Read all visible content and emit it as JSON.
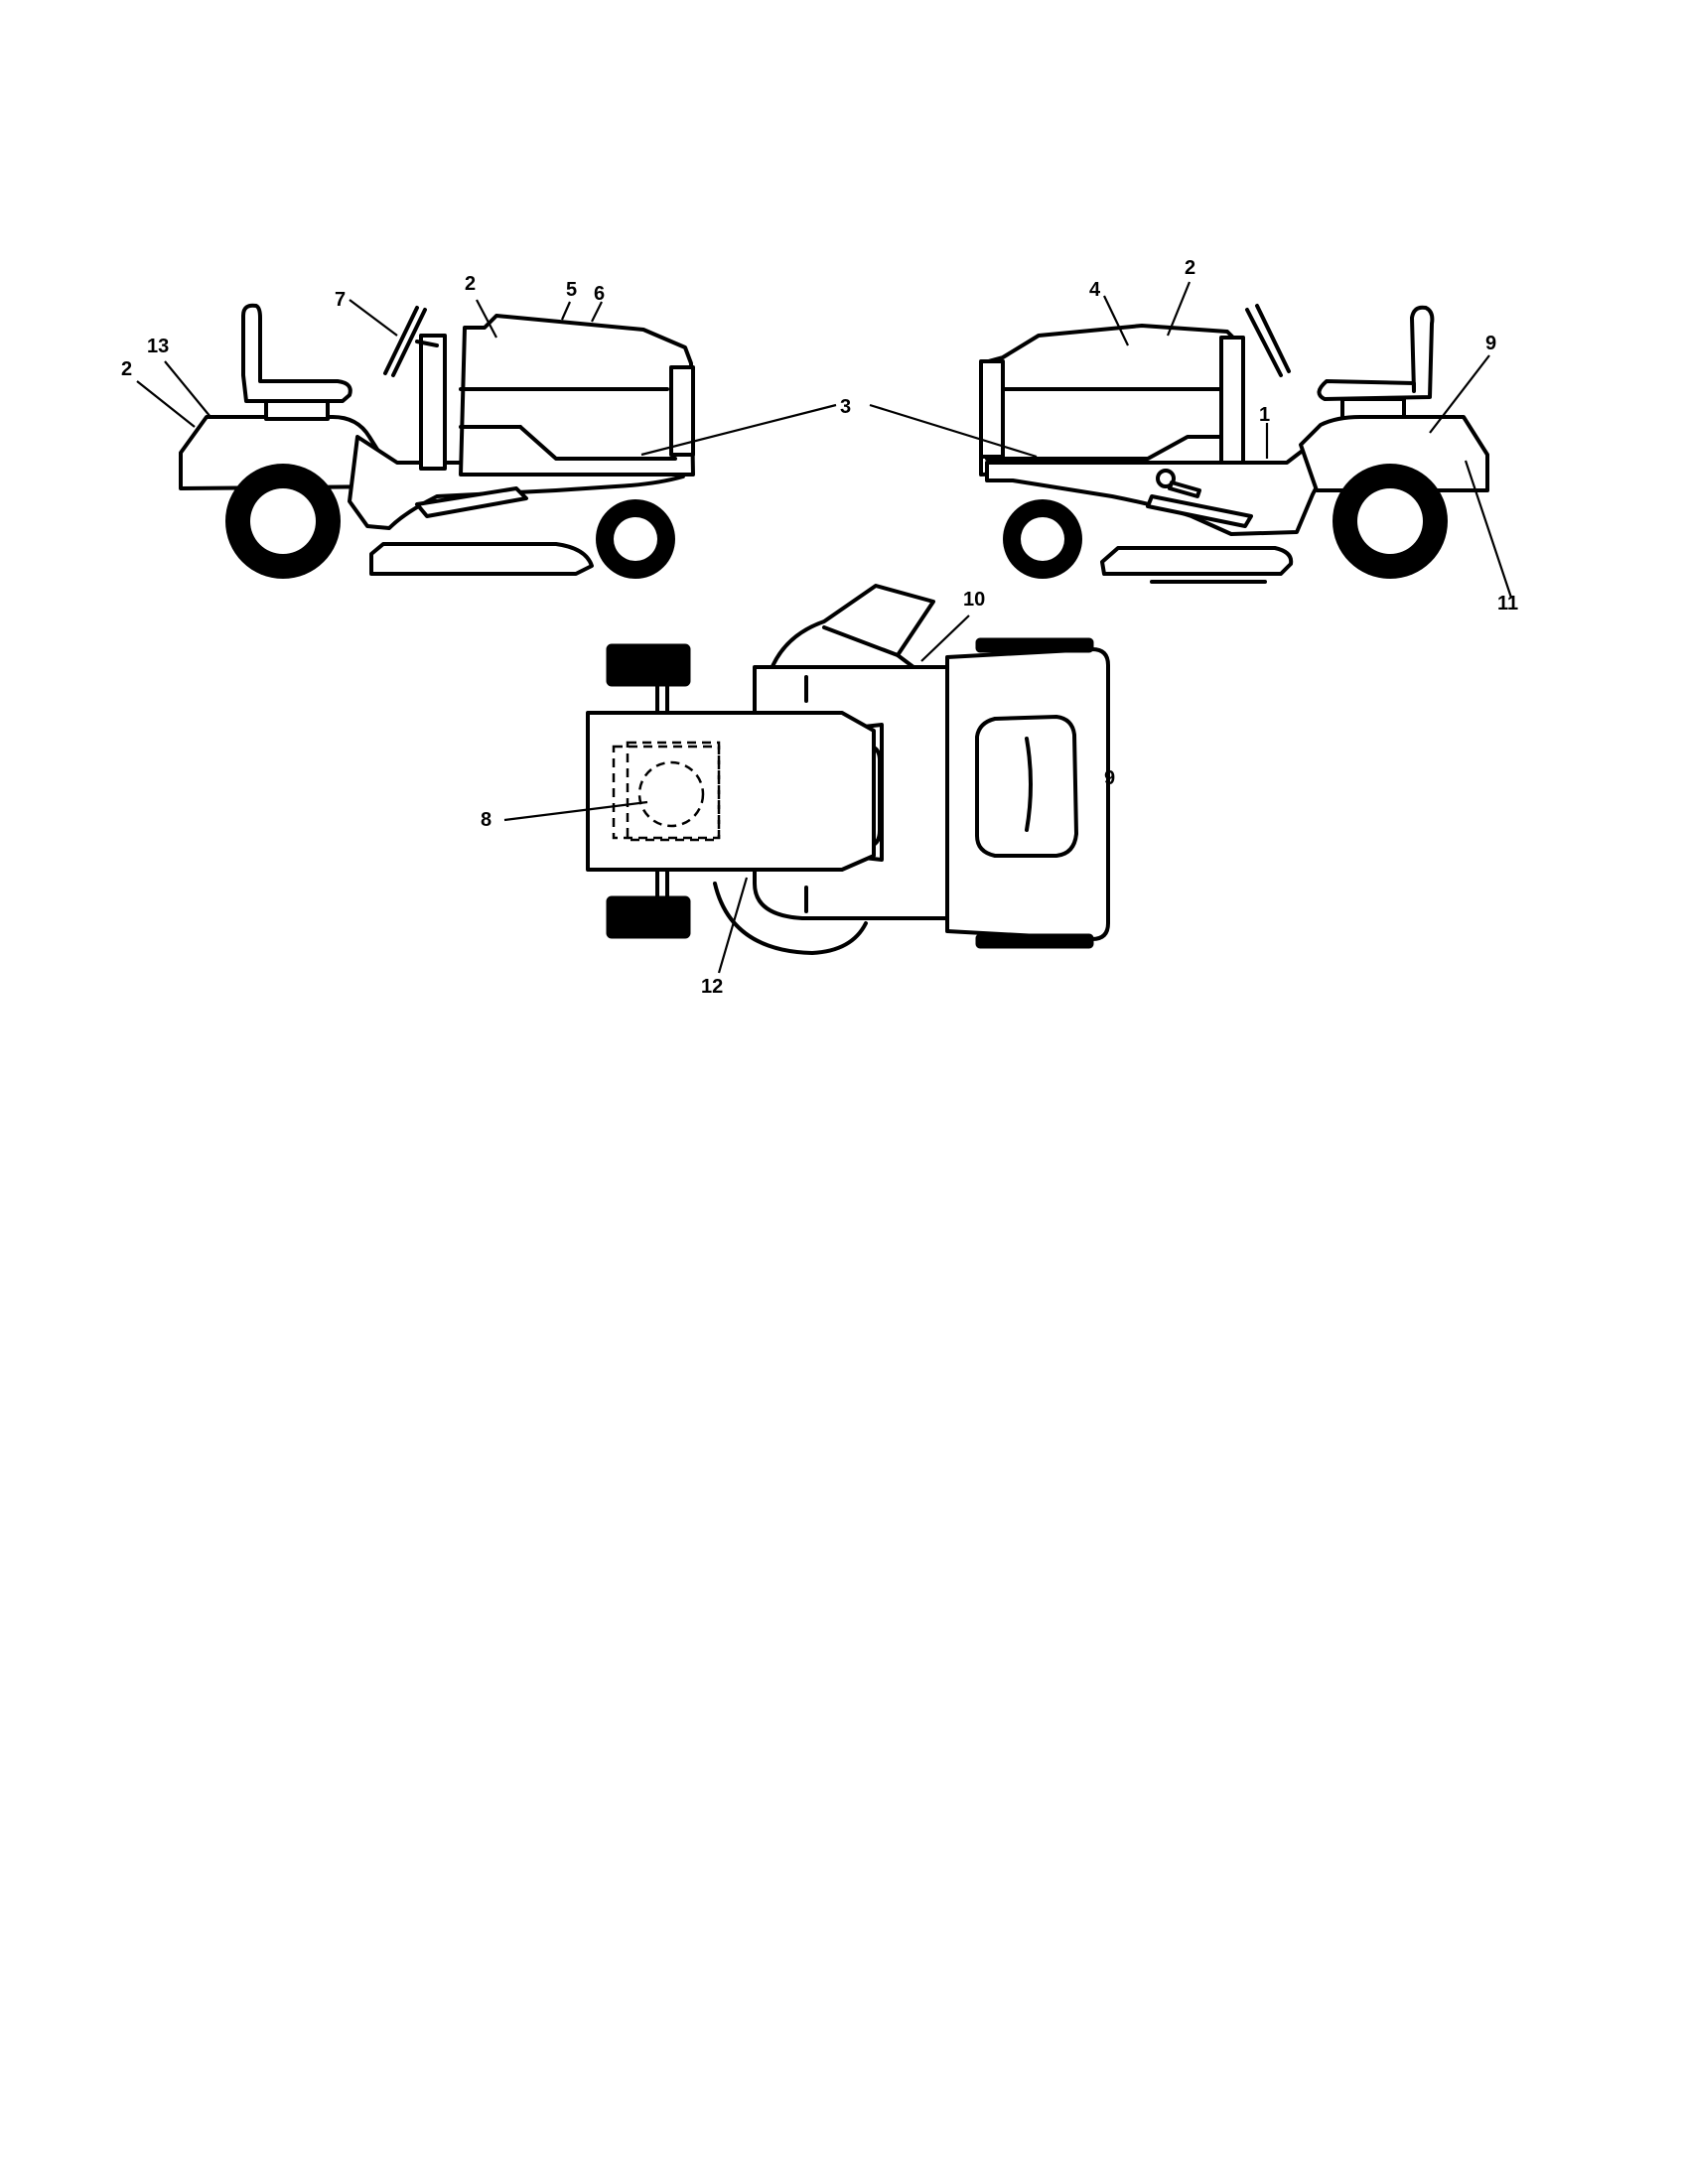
{
  "callouts": {
    "l_2a": "2",
    "l_13": "13",
    "l_7": "7",
    "l_2b": "2",
    "l_5": "5",
    "l_6": "6",
    "l_3": "3",
    "r_4": "4",
    "r_2": "2",
    "r_9": "9",
    "r_1": "1",
    "r_11": "11",
    "t_10": "10",
    "t_9": "9",
    "t_8": "8",
    "t_12": "12"
  }
}
